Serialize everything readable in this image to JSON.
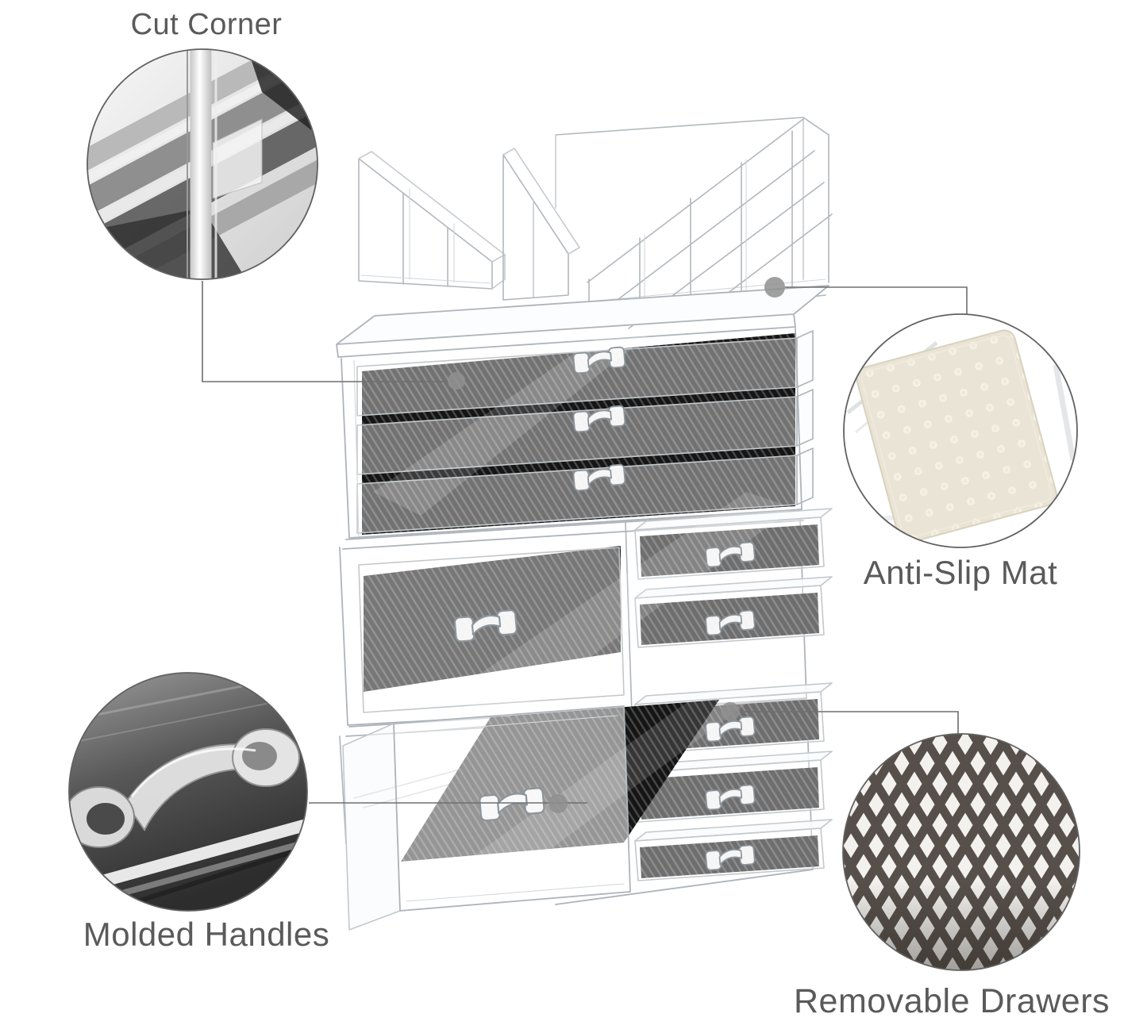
{
  "figure": {
    "type": "product-feature-callout-diagram",
    "background": "#ffffff",
    "label_color": "#5a5a5a",
    "leader_line_color": "#6e6e6e",
    "marker_dot_color": "#8f8f8f",
    "acrylic_edge_color": "#aeb4ba",
    "mat_color": "#151515",
    "anti_slip_mat_color": "#e9e4d6",
    "mesh_color": "#57504a"
  },
  "product": {
    "name": "clear-acrylic-cosmetic-organizer"
  },
  "callouts": [
    {
      "id": "cut-corner",
      "label": "Cut Corner"
    },
    {
      "id": "anti-slip-mat",
      "label": "Anti-Slip Mat"
    },
    {
      "id": "molded-handles",
      "label": "Molded Handles"
    },
    {
      "id": "removable-drawers",
      "label": "Removable Drawers"
    }
  ]
}
